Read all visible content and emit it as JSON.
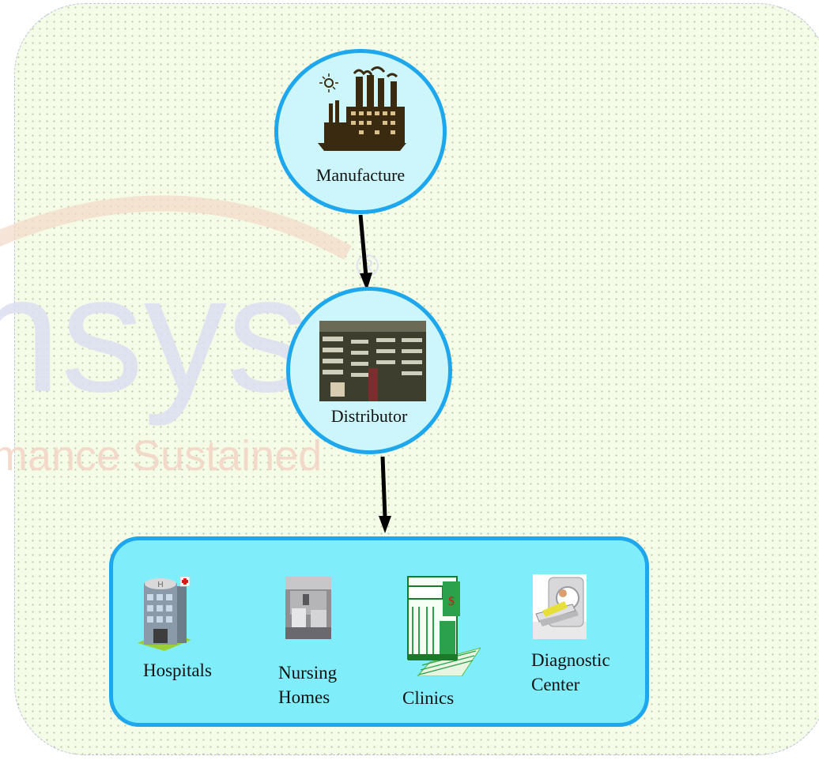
{
  "watermark": {
    "brand_text": "nsys",
    "trademark": "®",
    "tagline": "mance Sustained"
  },
  "nodes": {
    "manufacture": {
      "label": "Manufacture",
      "icon": "factory-icon"
    },
    "distributor": {
      "label": "Distributor",
      "icon": "warehouse-shelves-icon"
    }
  },
  "end_points": [
    {
      "label_lines": [
        "Hospitals"
      ],
      "icon": "hospital-building-icon"
    },
    {
      "label_lines": [
        "Nursing",
        "Homes"
      ],
      "icon": "nursing-home-room-icon"
    },
    {
      "label_lines": [
        "Clinics"
      ],
      "icon": "clinic-storefront-icon"
    },
    {
      "label_lines": [
        "Diagnostic",
        "Center"
      ],
      "icon": "mri-scanner-icon"
    }
  ],
  "colors": {
    "node_border": "#1ea7ec",
    "node_fill": "#ccf6fb",
    "box_fill": "#80eefa",
    "arrow": "#000000",
    "panel_fill": "#f4fbe6"
  }
}
